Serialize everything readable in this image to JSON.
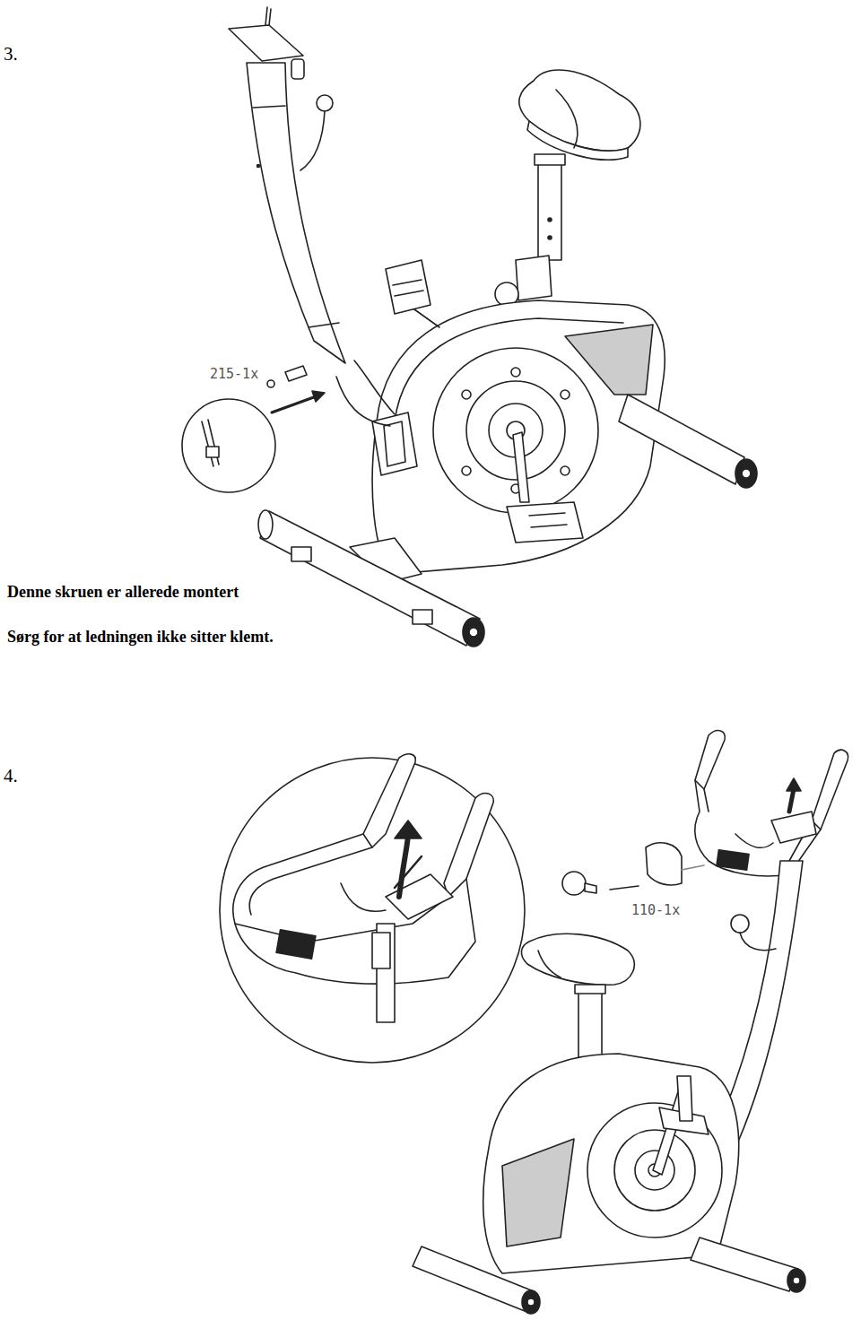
{
  "diagram": {
    "labels": [
      "3.",
      "215-1x",
      "Denne skruen er allerede montert",
      "Sørg for at ledningen ikke sitter klemt.",
      "4.",
      "110-1x"
    ]
  }
}
